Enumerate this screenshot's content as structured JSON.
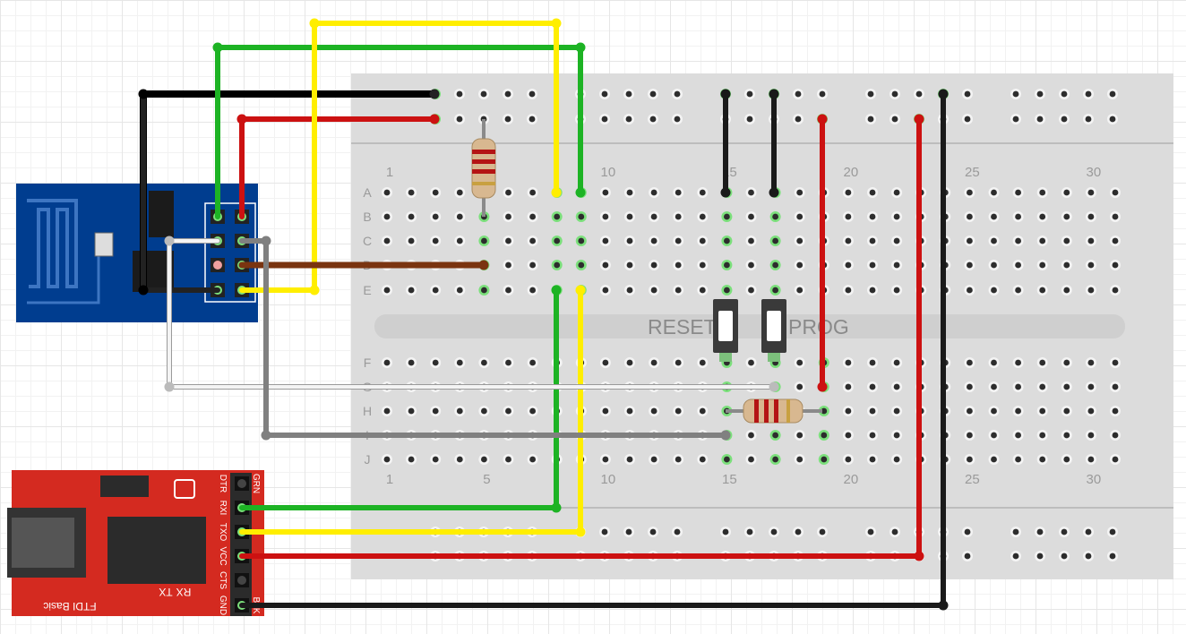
{
  "breadboard": {
    "column_numbers": [
      "1",
      "5",
      "10",
      "15",
      "20",
      "25",
      "30"
    ],
    "row_letters_top": [
      "A",
      "B",
      "C",
      "D",
      "E"
    ],
    "row_letters_bottom": [
      "F",
      "G",
      "H",
      "I",
      "J"
    ],
    "button_labels": {
      "reset": "RESET",
      "prog": "PROG"
    }
  },
  "ftdi": {
    "board_label": "FTDI Basic",
    "pin_labels": [
      "DTR",
      "RXI",
      "TXO",
      "VCC",
      "CTS",
      "GND"
    ],
    "edge_labels": {
      "top": "GRN",
      "bottom": "BLK"
    },
    "led_labels": [
      "TX",
      "RX"
    ]
  },
  "colors": {
    "breadboard": "#dcdcdc",
    "esp_board": "#003d8f",
    "ftdi_board": "#d42a20",
    "wire_black": "#1a1a1a",
    "wire_green": "#1db324",
    "wire_red": "#cc1111",
    "wire_yellow": "#ffee00",
    "wire_brown": "#7a3410",
    "wire_gray": "#808080",
    "wire_white": "#f4f4f4",
    "connected_hole": "#7ce07c"
  }
}
